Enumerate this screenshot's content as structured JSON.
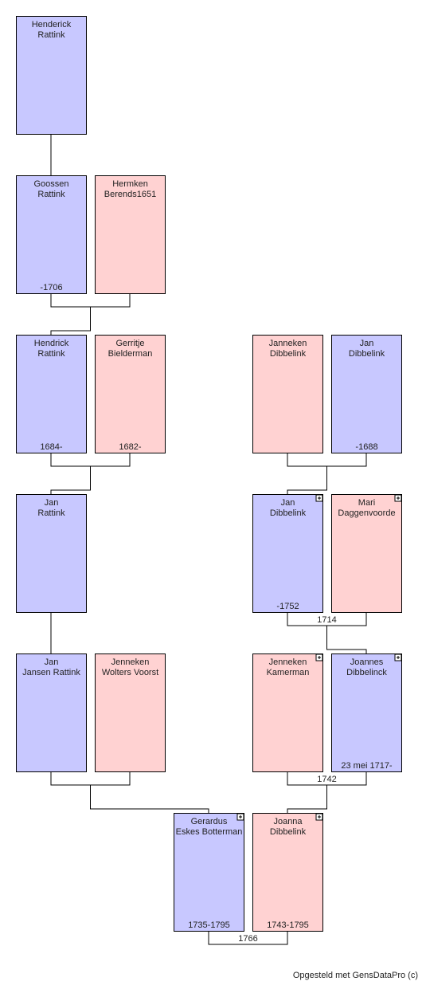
{
  "colors": {
    "male_fill": "#c8c8ff",
    "female_fill": "#ffd2d2",
    "border": "#000000",
    "line": "#000000"
  },
  "persons": [
    {
      "id": "p1",
      "gender": "male",
      "name": [
        "Henderick",
        "Rattink"
      ],
      "dates": ""
    },
    {
      "id": "p2",
      "gender": "male",
      "name": [
        "Goossen",
        "Rattink"
      ],
      "dates": "-1706"
    },
    {
      "id": "p3",
      "gender": "female",
      "name": [
        "Hermken",
        "Berends1651"
      ],
      "dates": ""
    },
    {
      "id": "p4",
      "gender": "male",
      "name": [
        "Hendrick",
        "Rattink"
      ],
      "dates": "1684-"
    },
    {
      "id": "p5",
      "gender": "female",
      "name": [
        "Gerritje",
        "Bielderman"
      ],
      "dates": "1682-"
    },
    {
      "id": "p6",
      "gender": "female",
      "name": [
        "Janneken",
        "Dibbelink"
      ],
      "dates": ""
    },
    {
      "id": "p7",
      "gender": "male",
      "name": [
        "Jan",
        "Dibbelink"
      ],
      "dates": "-1688"
    },
    {
      "id": "p8",
      "gender": "male",
      "name": [
        "Jan",
        "Rattink"
      ],
      "dates": ""
    },
    {
      "id": "p9",
      "gender": "male",
      "name": [
        "Jan",
        "Dibbelink"
      ],
      "dates": "-1752",
      "expand": true
    },
    {
      "id": "p10",
      "gender": "female",
      "name": [
        "Mari",
        "Daggenvoorde"
      ],
      "dates": "",
      "expand": true
    },
    {
      "id": "p11",
      "gender": "male",
      "name": [
        "Jan",
        "Jansen Rattink"
      ],
      "dates": ""
    },
    {
      "id": "p12",
      "gender": "female",
      "name": [
        "Jenneken",
        "Wolters Voorst"
      ],
      "dates": ""
    },
    {
      "id": "p13",
      "gender": "female",
      "name": [
        "Jenneken",
        "Kamerman"
      ],
      "dates": "",
      "expand": true
    },
    {
      "id": "p14",
      "gender": "male",
      "name": [
        "Joannes",
        "Dibbelinck"
      ],
      "dates": "23 mei 1717-",
      "expand": true
    },
    {
      "id": "p15",
      "gender": "male",
      "name": [
        "Gerardus",
        "Eskes Botterman"
      ],
      "dates": "1735-1795",
      "expand": true
    },
    {
      "id": "p16",
      "gender": "female",
      "name": [
        "Joanna",
        "Dibbelink"
      ],
      "dates": "1743-1795",
      "expand": true
    }
  ],
  "marriages": [
    {
      "id": "m1",
      "label": ""
    },
    {
      "id": "m2",
      "label": ""
    },
    {
      "id": "m3",
      "label": ""
    },
    {
      "id": "m4",
      "label": "1714"
    },
    {
      "id": "m5",
      "label": ""
    },
    {
      "id": "m6",
      "label": "1742"
    },
    {
      "id": "m7",
      "label": "1766"
    }
  ],
  "footer": "Opgesteld met GensDataPro (c)"
}
